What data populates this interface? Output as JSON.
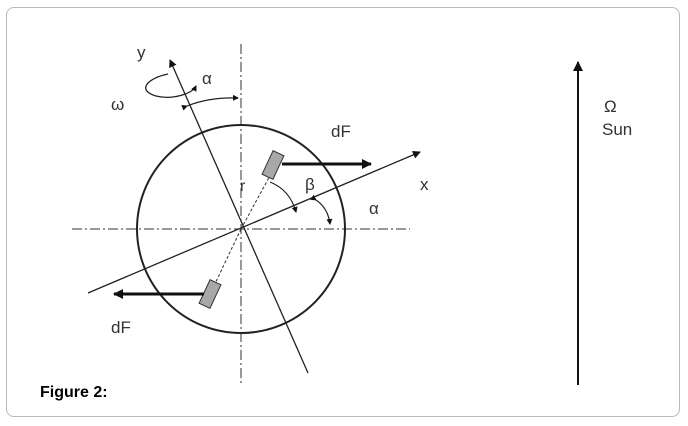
{
  "figure": {
    "caption": "Figure 2:",
    "labels": {
      "y_axis": "y",
      "x_axis": "x",
      "omega": "ω",
      "alpha_top": "α",
      "alpha_right": "α",
      "beta": "β",
      "radius": "r",
      "force_top": "dF",
      "force_bottom": "dF",
      "omega_upper": "Ω",
      "sun": "Sun"
    }
  }
}
